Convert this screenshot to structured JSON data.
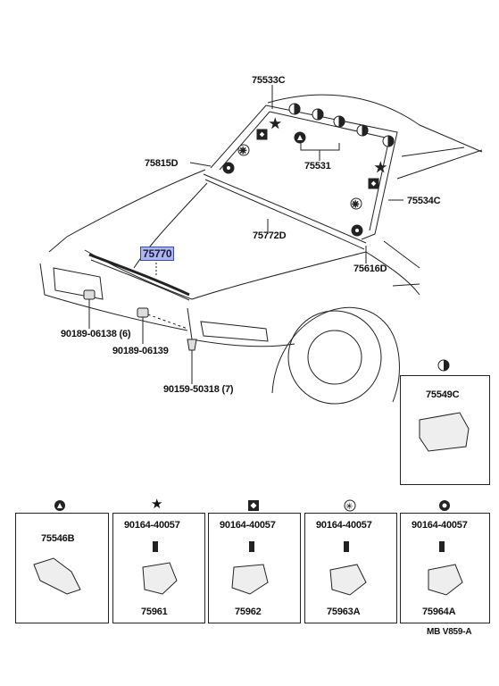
{
  "parts": {
    "p75533C": "75533C",
    "p75815D": "75815D",
    "p75531": "75531",
    "p75534C": "75534C",
    "p75772D": "75772D",
    "p75770": "75770",
    "p75616D": "75616D",
    "p90189_06138": "90189-06138 (6)",
    "p90189_06139": "90189-06139",
    "p90159_50318": "90159-50318 (7)",
    "p75549C": "75549C",
    "p75546B": "75546B",
    "p75961": "75961",
    "p75962": "75962",
    "p75963A": "75963A",
    "p75964A": "75964A",
    "clip1": "90164-40057",
    "clip2": "90164-40057",
    "clip3": "90164-40057",
    "clip4": "90164-40057"
  },
  "footer": {
    "ref": "MB  V859-A"
  },
  "highlight_color": "#aeb6ee",
  "symbols": [
    "half-circle-icon",
    "triangle-circle-icon",
    "star-icon",
    "square-diamond-icon",
    "asterisk-circle-icon",
    "rotate-circle-icon"
  ]
}
